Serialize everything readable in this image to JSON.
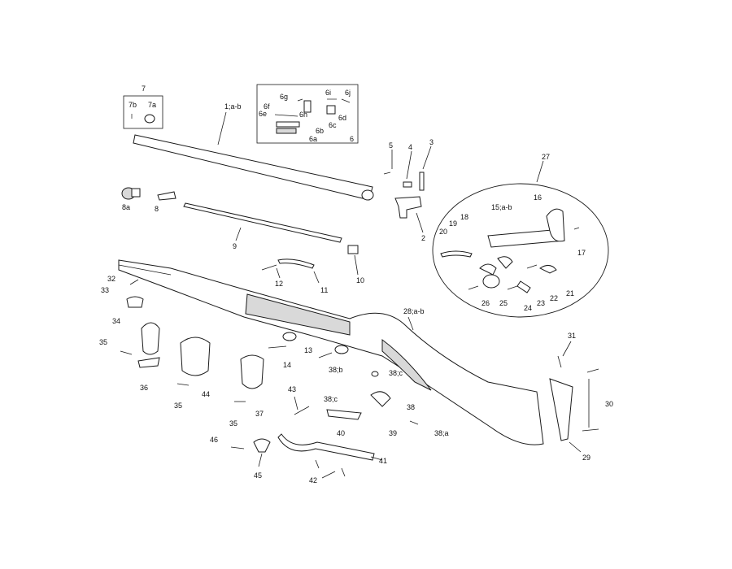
{
  "labels": {
    "l7": "7",
    "l7b": "7b",
    "l7a": "7a",
    "l1": "1;a-b",
    "l6g": "6g",
    "l6i": "6i",
    "l6j": "6j",
    "l6f": "6f",
    "l6e": "6e",
    "l6h": "6h",
    "l6d": "6d",
    "l6c": "6c",
    "l6b": "6b",
    "l6a": "6a",
    "l6": "6",
    "l5": "5",
    "l4": "4",
    "l3": "3",
    "l2": "2",
    "l8a": "8a",
    "l8": "8",
    "l9": "9",
    "l10": "10",
    "l27": "27",
    "l16": "16",
    "l15": "15;a-b",
    "l17": "17",
    "l18": "18",
    "l19": "19",
    "l20": "20",
    "l21": "21",
    "l22": "22",
    "l23": "23",
    "l24": "24",
    "l25": "25",
    "l26": "26",
    "l32": "32",
    "l33": "33",
    "l12": "12",
    "l11": "11",
    "l28": "28;a-b",
    "l34": "34",
    "l35a": "35",
    "l36": "36",
    "l35b": "35",
    "l44": "44",
    "l13": "13",
    "l14": "14",
    "l38b": "38;b",
    "l38c1": "38;c",
    "l31": "31",
    "l30": "30",
    "l29": "29",
    "l43": "43",
    "l37": "37",
    "l35c": "35",
    "l38c2": "38;c",
    "l38": "38",
    "l39": "39",
    "l38a": "38;a",
    "l40": "40",
    "l41": "41",
    "l46": "46",
    "l45": "45",
    "l42": "42"
  }
}
